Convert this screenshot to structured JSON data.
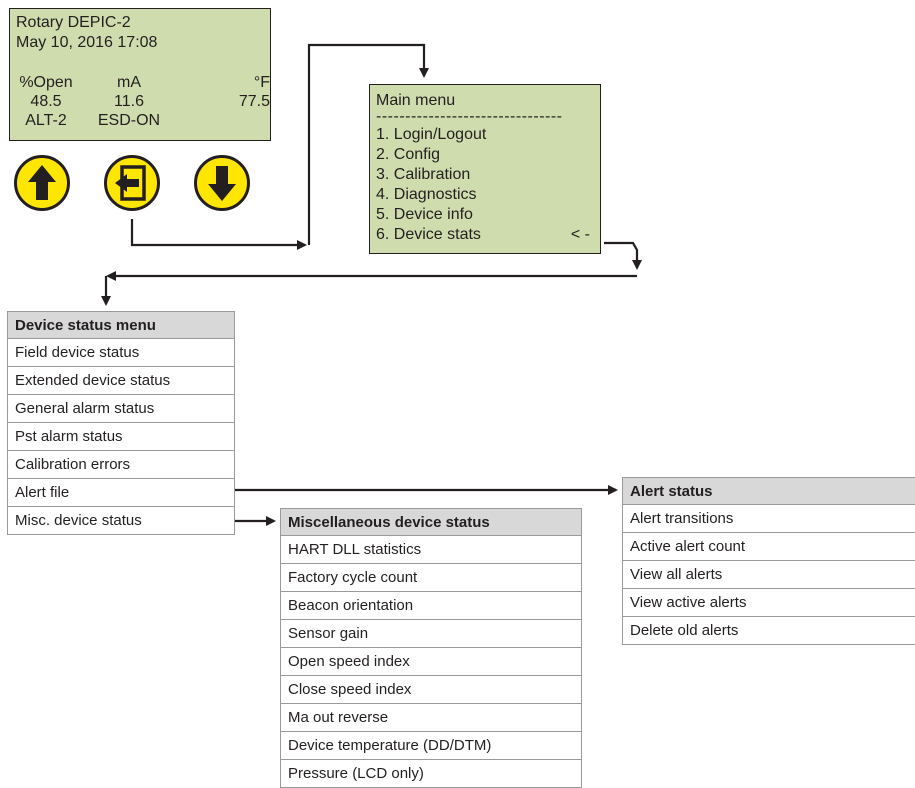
{
  "status_display": {
    "title": "Rotary DEPIC-2",
    "datetime": "May 10, 2016 17:08",
    "columns": [
      {
        "header": "%Open",
        "value": "48.5",
        "status": "ALT-2"
      },
      {
        "header": "mA",
        "value": "11.6",
        "status": "ESD-ON"
      },
      {
        "header": "°F",
        "value": "77.5",
        "status": ""
      }
    ]
  },
  "buttons": {
    "up_icon": "arrow-up-icon",
    "enter_icon": "enter-icon",
    "down_icon": "arrow-down-icon",
    "color": "#ffe600"
  },
  "main_menu": {
    "title": "Main menu",
    "separator": "--------------------------------",
    "items": [
      "1. Login/Logout",
      "2. Config",
      "3. Calibration",
      "4. Diagnostics",
      "5. Device info",
      "6. Device stats"
    ],
    "cursor": "< -"
  },
  "device_status_menu": {
    "title": "Device status menu",
    "items": [
      "Field device status",
      "Extended device status",
      "General alarm status",
      "Pst alarm status",
      "Calibration errors",
      "Alert file",
      "Misc. device status"
    ]
  },
  "misc_device_status": {
    "title": "Miscellaneous device status",
    "items": [
      "HART DLL statistics",
      "Factory cycle count",
      "Beacon orientation",
      "Sensor gain",
      "Open speed index",
      "Close speed index",
      "Ma out reverse",
      "Device temperature (DD/DTM)",
      "Pressure (LCD only)"
    ]
  },
  "alert_status": {
    "title": "Alert status",
    "items": [
      "Alert transitions",
      "Active alert count",
      "View all alerts",
      "View active alerts",
      "Delete old alerts"
    ]
  },
  "colors": {
    "lcd_background": "#cfdcae",
    "header_background": "#d8d8d8",
    "line": "#231f20"
  }
}
